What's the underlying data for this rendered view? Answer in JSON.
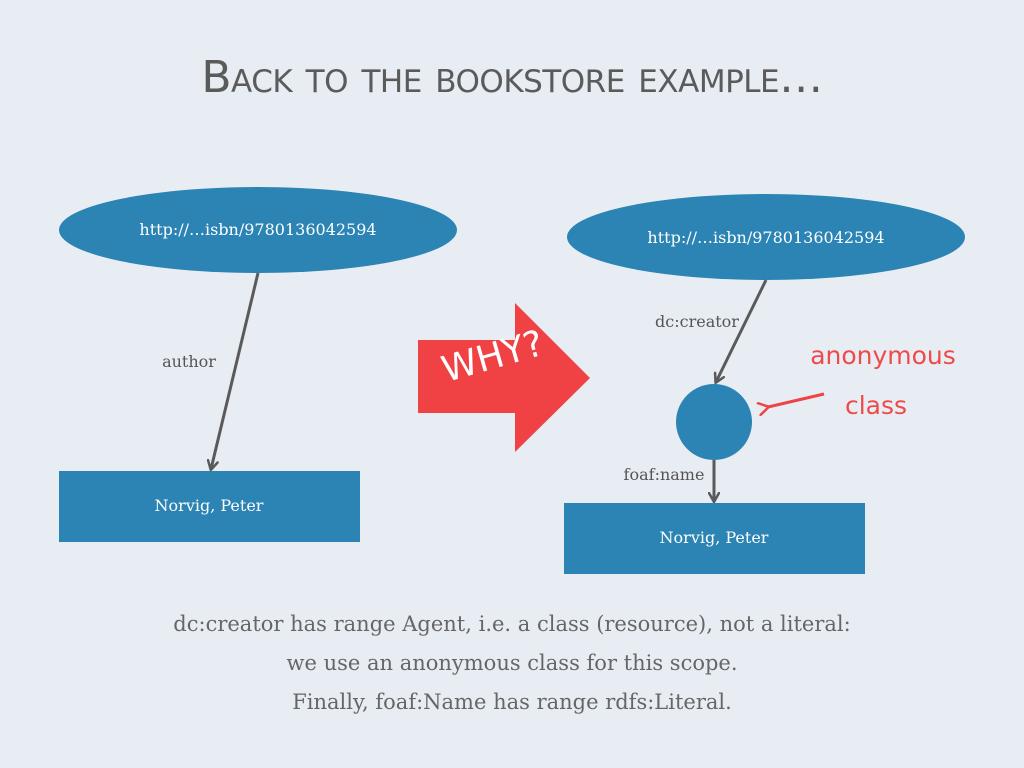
{
  "slide": {
    "title": "Back to the bookstore example…",
    "colors": {
      "background": "#e8edf4",
      "node": "#2b84b4",
      "edge": "#5a5a5a",
      "accent": "#ef4444",
      "text": "#5b5b5b"
    }
  },
  "left_graph": {
    "resource_node": "http://…isbn/9780136042594",
    "edge_label": "author",
    "literal_node": "Norvig, Peter"
  },
  "why_arrow": {
    "label": "WHY?"
  },
  "right_graph": {
    "resource_node": "http://…isbn/9780136042594",
    "edge1_label": "dc:creator",
    "edge2_label": "foaf:name",
    "literal_node": "Norvig, Peter",
    "annotation_line1": "anonymous",
    "annotation_line2": "class"
  },
  "caption": {
    "line1": "dc:creator has range Agent, i.e. a class (resource), not a literal:",
    "line2": "we use an anonymous class for this scope.",
    "line3": "Finally, foaf:Name has range rdfs:Literal."
  }
}
